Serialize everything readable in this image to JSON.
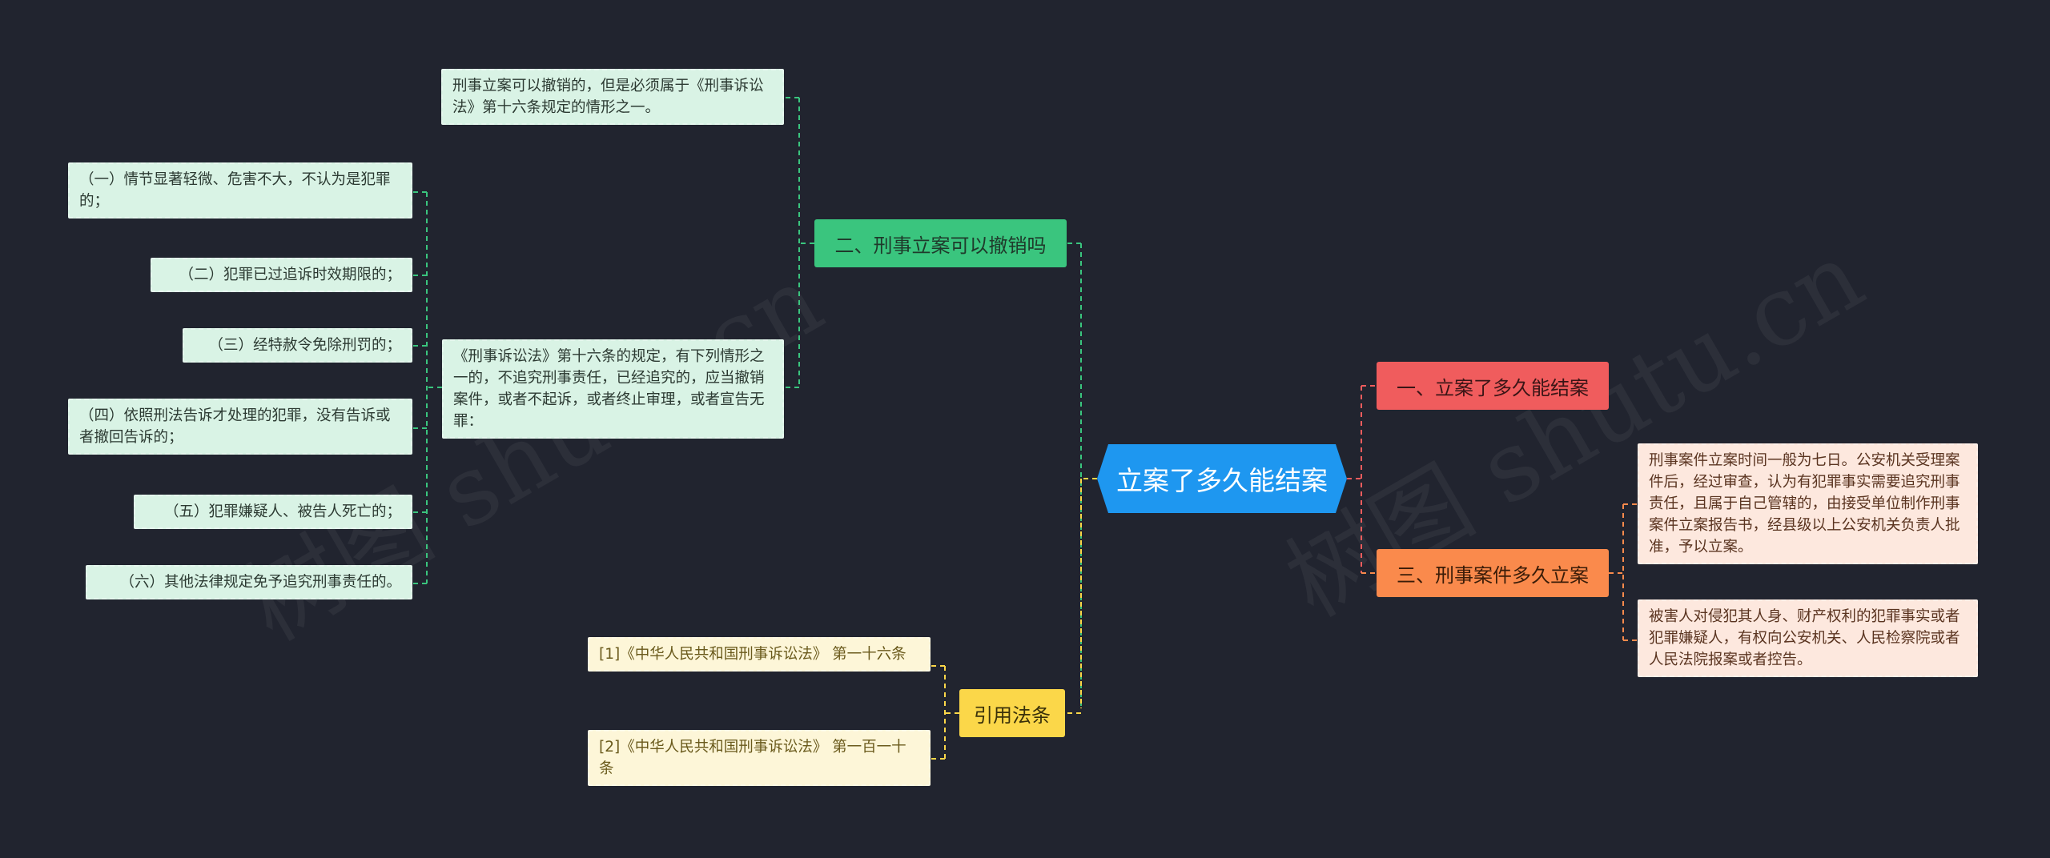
{
  "root": {
    "label": "立案了多久能结案"
  },
  "branches": {
    "b2": {
      "label": "二、刑事立案可以撤销吗"
    },
    "b1": {
      "label": "一、立案了多久能结案"
    },
    "b3": {
      "label": "三、刑事案件多久立案"
    },
    "cite": {
      "label": "引用法条"
    }
  },
  "leaves": {
    "b2_top": "刑事立案可以撤销的，但是必须属于《刑事诉讼法》第十六条规定的情形之一。",
    "b2_mid": "《刑事诉讼法》第十六条的规定，有下列情形之一的，不追究刑事责任，已经追究的，应当撤销案件，或者不起诉，或者终止审理，或者宣告无罪：",
    "items": [
      "（一）情节显著轻微、危害不大，不认为是犯罪的；",
      "（二）犯罪已过追诉时效期限的；",
      "（三）经特赦令免除刑罚的；",
      "（四）依照刑法告诉才处理的犯罪，没有告诉或者撤回告诉的；",
      "（五）犯罪嫌疑人、被告人死亡的；",
      "（六）其他法律规定免予追究刑事责任的。"
    ],
    "b3_a": "刑事案件立案时间一般为七日。公安机关受理案件后，经过审查，认为有犯罪事实需要追究刑事责任，且属于自己管辖的，由接受单位制作刑事案件立案报告书，经县级以上公安机关负责人批准，予以立案。",
    "b3_b": "被害人对侵犯其人身、财产权利的犯罪事实或者犯罪嫌疑人，有权向公安机关、人民检察院或者人民法院报案或者控告。",
    "cite1": "[1]《中华人民共和国刑事诉讼法》 第一十六条",
    "cite2": "[2]《中华人民共和国刑事诉讼法》 第一百一十条"
  },
  "colors": {
    "background": "#21242f",
    "root": "#1e97f0",
    "green": "#3ac57e",
    "red": "#f05c5d",
    "orange": "#fa8a4c",
    "yellow": "#fbd749"
  }
}
